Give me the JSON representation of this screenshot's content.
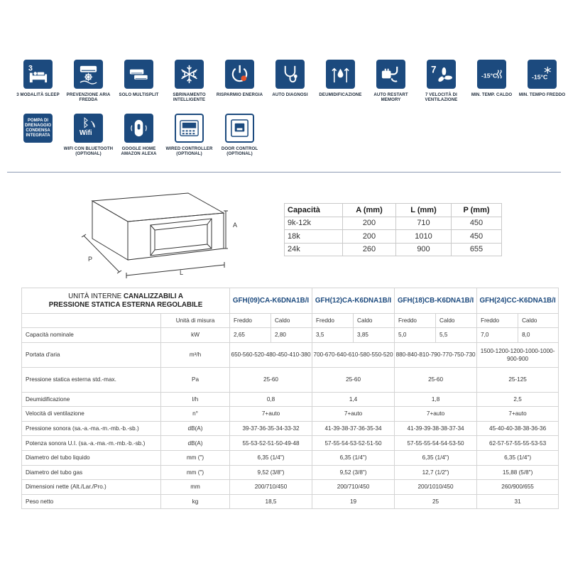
{
  "features": {
    "row1": [
      {
        "label": "3 modalità sleep",
        "icon": "sleep-bed-icon",
        "digit": "3"
      },
      {
        "label": "Prevenzione aria fredda",
        "icon": "cold-air-prevention-icon"
      },
      {
        "label": "Solo multisplit",
        "icon": "multisplit-icon"
      },
      {
        "label": "Sbrinamento intelligente",
        "icon": "snowflake-defrost-icon"
      },
      {
        "label": "Risparmio energia",
        "icon": "energy-saving-icon"
      },
      {
        "label": "Auto diagnosi",
        "icon": "stethoscope-icon"
      },
      {
        "label": "Deumidificazione",
        "icon": "dehumidification-icon"
      },
      {
        "label": "Auto restart memory",
        "icon": "plug-restart-icon"
      },
      {
        "label": "7 velocità di ventilazione",
        "icon": "fan-speed-icon",
        "digit": "7"
      },
      {
        "label": "Min. temp. caldo",
        "icon": "min-temp-heat-icon",
        "temp": "-15°C"
      },
      {
        "label": "Min. tempo freddo",
        "icon": "min-temp-cold-icon",
        "temp": "-15°C"
      }
    ],
    "row2": [
      {
        "label": "",
        "icon": "condensate-pump-icon",
        "tile_text": "POMPA DI DRENAGGIO CONDENSA INTEGRATA"
      },
      {
        "label": "WiFi con Bluetooth (optional)",
        "icon": "wifi-bluetooth-icon",
        "tile_text": "Wifi"
      },
      {
        "label": "Google Home Amazon Alexa",
        "icon": "smart-speaker-icon"
      },
      {
        "label": "Wired controller (optional)",
        "icon": "wired-controller-icon"
      },
      {
        "label": "Door control (optional)",
        "icon": "door-control-icon"
      }
    ]
  },
  "diagram": {
    "label_a": "A",
    "label_p": "P",
    "label_l": "L"
  },
  "dim_table": {
    "headers": [
      "Capacità",
      "A (mm)",
      "L (mm)",
      "P (mm)"
    ],
    "rows": [
      [
        "9k-12k",
        "200",
        "710",
        "450"
      ],
      [
        "18k",
        "200",
        "1010",
        "450"
      ],
      [
        "24k",
        "260",
        "900",
        "655"
      ]
    ]
  },
  "spec": {
    "title_line1": "UNITÀ INTERNE",
    "title_bold1": "CANALIZZABILI A",
    "title_bold2": "PRESSIONE STATICA ESTERNA REGOLABILE",
    "models": [
      "GFH(09)CA-K6DNA1B/I",
      "GFH(12)CA-K6DNA1B/I",
      "GFH(18)CB-K6DNA1B/I",
      "GFH(24)CC-K6DNA1B/I"
    ],
    "unit_header": "Unità di misura",
    "cold": "Freddo",
    "heat": "Caldo",
    "rows": [
      {
        "label": "Capacità nominale",
        "unit": "kW",
        "values": [
          "2,65",
          "2,80",
          "3,5",
          "3,85",
          "5,0",
          "5,5",
          "7,0",
          "8,0"
        ]
      },
      {
        "label": "Portata d'aria",
        "unit": "m³/h",
        "values": [
          "650-560-520-480-450-410-380",
          "700-670-640-610-580-550-520",
          "880-840-810-790-770-750-730",
          "1500-1200-1200-1000-1000-900-900"
        ]
      },
      {
        "label": "Pressione statica esterna std.-max.",
        "unit": "Pa",
        "values": [
          "25-60",
          "25-60",
          "25-60",
          "25-125"
        ]
      },
      {
        "label": "Deumidificazione",
        "unit": "l/h",
        "values": [
          "0,8",
          "1,4",
          "1,8",
          "2,5"
        ]
      },
      {
        "label": "Velocità di ventilazione",
        "unit": "n°",
        "values": [
          "7+auto",
          "7+auto",
          "7+auto",
          "7+auto"
        ]
      },
      {
        "label": "Pressione sonora (sa.-a.-ma.-m.-mb.-b.-sb.)",
        "unit": "dB(A)",
        "values": [
          "39-37-36-35-34-33-32",
          "41-39-38-37-36-35-34",
          "41-39-39-38-38-37-34",
          "45-40-40-38-38-36-36"
        ]
      },
      {
        "label": "Potenza sonora U.I. (sa.-a.-ma.-m.-mb.-b.-sb.)",
        "unit": "dB(A)",
        "values": [
          "55-53-52-51-50-49-48",
          "57-55-54-53-52-51-50",
          "57-55-55-54-54-53-50",
          "62-57-57-55-55-53-53"
        ]
      },
      {
        "label": "Diametro del tubo liquido",
        "unit": "mm (\")",
        "values": [
          "6,35 (1/4\")",
          "6,35 (1/4\")",
          "6,35 (1/4\")",
          "6,35 (1/4\")"
        ]
      },
      {
        "label": "Diametro del tubo gas",
        "unit": "mm (\")",
        "values": [
          "9,52 (3/8\")",
          "9,52 (3/8\")",
          "12,7 (1/2\")",
          "15,88 (5/8\")"
        ]
      },
      {
        "label": "Dimensioni nette (Alt./Lar./Pro.)",
        "unit": "mm",
        "values": [
          "200/710/450",
          "200/710/450",
          "200/1010/450",
          "260/900/655"
        ]
      },
      {
        "label": "Peso netto",
        "unit": "kg",
        "values": [
          "18,5",
          "19",
          "25",
          "31"
        ]
      }
    ]
  }
}
